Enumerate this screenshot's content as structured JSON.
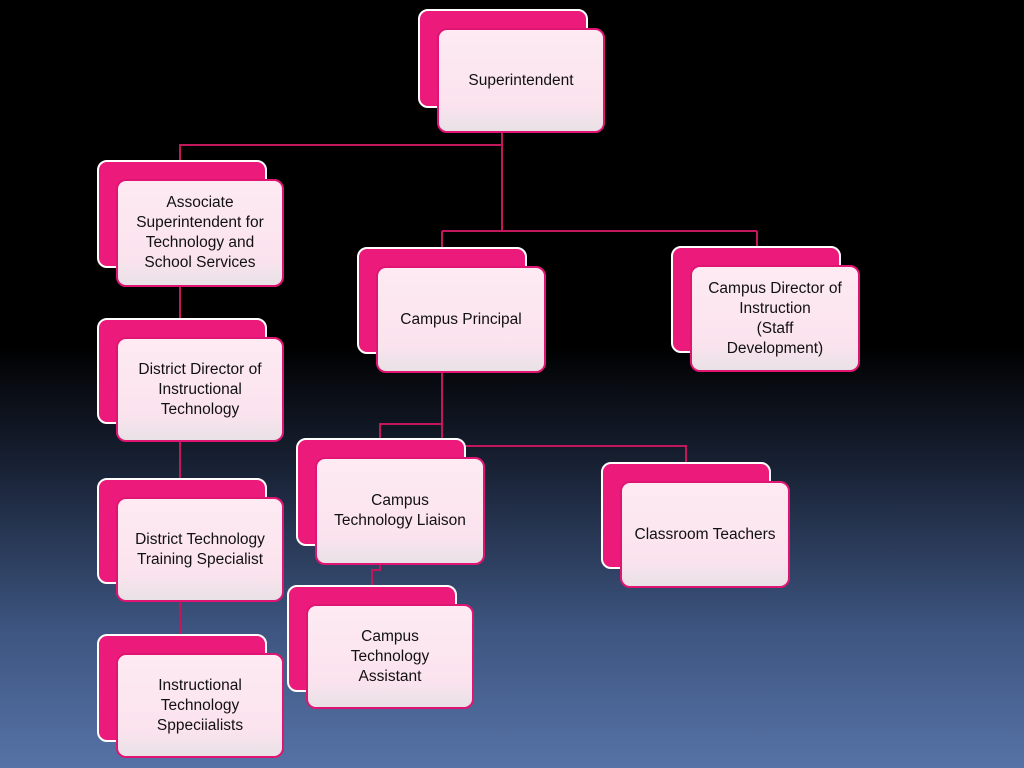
{
  "nodes": {
    "superintendent": "Superintendent",
    "assoc_superintendent": "Associate\nSuperintendent for\nTechnology and\nSchool Services",
    "campus_principal": "Campus Principal",
    "campus_director": "Campus Director of\nInstruction\n(Staff\nDevelopment)",
    "district_director": "District Director of\nInstructional\nTechnology",
    "campus_tech_liaison": "Campus\nTechnology Liaison",
    "classroom_teachers": "Classroom Teachers",
    "district_tech_training": "District Technology\nTraining Specialist",
    "campus_tech_assistant": "Campus\nTechnology\nAssistant",
    "instructional_tech_specialists": "Instructional\nTechnology\nSppeciialists"
  },
  "colors": {
    "accent": "#ec1a7a",
    "connector": "#c2185b",
    "card_fill": "#fbe3ee"
  }
}
